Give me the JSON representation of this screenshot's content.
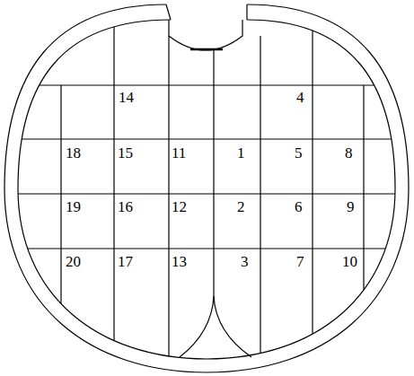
{
  "diagram": {
    "labels": [
      "14",
      "4",
      "18",
      "15",
      "11",
      "1",
      "5",
      "8",
      "19",
      "16",
      "12",
      "2",
      "6",
      "9",
      "20",
      "17",
      "13",
      "3",
      "7",
      "10"
    ]
  }
}
